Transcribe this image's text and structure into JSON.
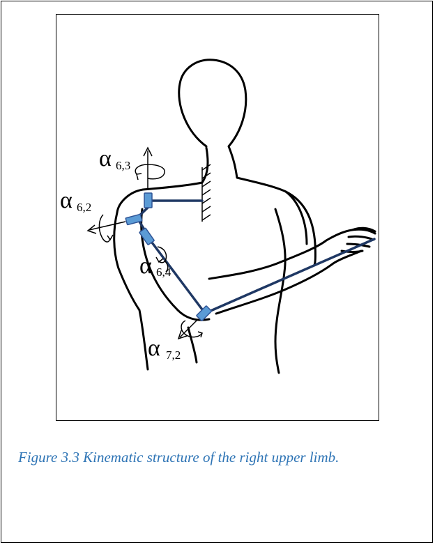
{
  "figure": {
    "caption": "Figure 3.3 Kinematic structure of the right upper limb.",
    "accent_color": "#1f3864",
    "joint_color": "#5b9bd5",
    "caption_color": "#2e74b5",
    "labels": [
      {
        "greek": "α",
        "sub": "6,3"
      },
      {
        "greek": "α",
        "sub": "6,2"
      },
      {
        "greek": "α",
        "sub": "6,4"
      },
      {
        "greek": "α",
        "sub": "7,2"
      }
    ]
  }
}
